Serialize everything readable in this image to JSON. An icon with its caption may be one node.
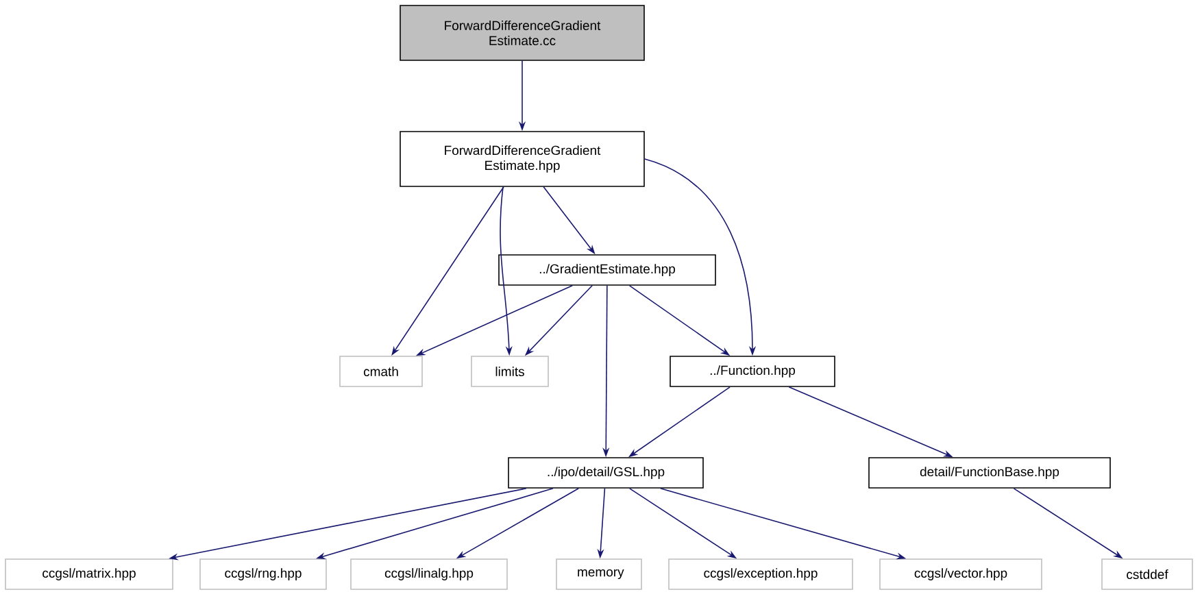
{
  "diagram": {
    "nodes": [
      {
        "text": [
          "ForwardDifferenceGradient Estimate.cc"
        ]
      },
      {
        "text": [
          "ForwardDifferenceGradient Estimate.hpp"
        ]
      },
      {
        "text": [
          "../GradientEstimate.hpp"
        ]
      },
      {
        "text": [
          "cmath"
        ]
      },
      {
        "text": [
          "limits"
        ]
      },
      {
        "text": [
          "../Function.hpp"
        ]
      },
      {
        "text": [
          "../ipo/detail/GSL.hpp"
        ]
      },
      {
        "text": [
          "detail/FunctionBase.hpp"
        ]
      },
      {
        "text": [
          "ccgsl/matrix.hpp"
        ]
      },
      {
        "text": [
          "ccgsl/rng.hpp"
        ]
      },
      {
        "text": [
          "ccgsl/linalg.hpp"
        ]
      },
      {
        "text": [
          "memory"
        ]
      },
      {
        "text": [
          "ccgsl/exception.hpp"
        ]
      },
      {
        "text": [
          "ccgsl/vector.hpp"
        ]
      },
      {
        "text": [
          "cstddef"
        ]
      }
    ],
    "edges": [
      {
        "from": 0,
        "to": 1,
        "arrow": "to"
      },
      {
        "from": 1,
        "to": 3,
        "arrow": "to"
      },
      {
        "from": 1,
        "to": 4,
        "arrow": "to"
      },
      {
        "from": 1,
        "to": 2,
        "arrow": "to"
      },
      {
        "from": 1,
        "to": 5,
        "arrow": "to"
      },
      {
        "from": 2,
        "to": 3,
        "arrow": "to"
      },
      {
        "from": 2,
        "to": 4,
        "arrow": "to"
      },
      {
        "from": 2,
        "to": 6,
        "arrow": "to"
      },
      {
        "from": 2,
        "to": 5,
        "arrow": "to"
      },
      {
        "from": 5,
        "to": 6,
        "arrow": "to"
      },
      {
        "from": 5,
        "to": 7,
        "arrow": "to"
      },
      {
        "from": 6,
        "to": 8,
        "arrow": "to"
      },
      {
        "from": 6,
        "to": 9,
        "arrow": "to"
      },
      {
        "from": 6,
        "to": 10,
        "arrow": "to"
      },
      {
        "from": 6,
        "to": 11,
        "arrow": "to"
      },
      {
        "from": 6,
        "to": 12,
        "arrow": "to"
      },
      {
        "from": 6,
        "to": 13,
        "arrow": "to"
      },
      {
        "from": 7,
        "to": 14,
        "arrow": "to"
      }
    ]
  }
}
